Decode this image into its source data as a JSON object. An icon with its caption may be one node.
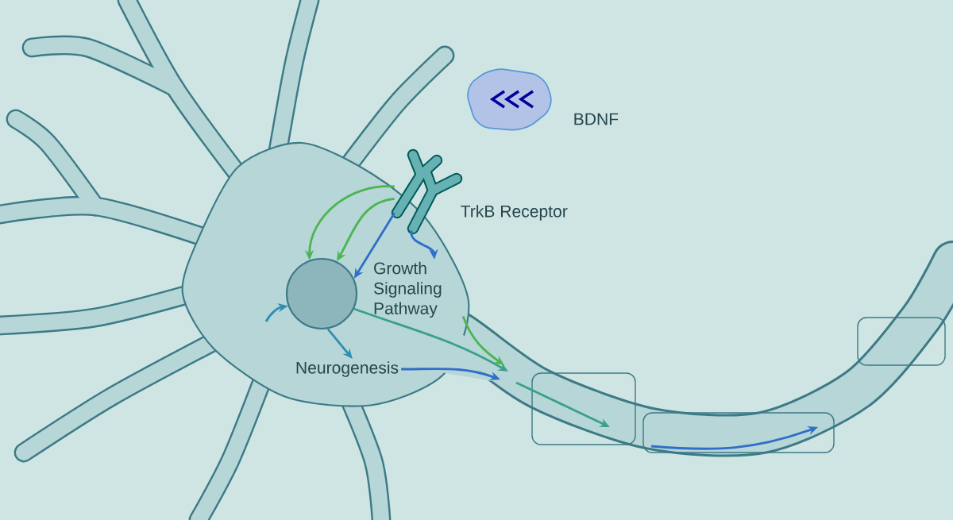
{
  "diagram": {
    "nodes": [
      {
        "text": [],
        "shape": "picture",
        "beside": [
          "BDNF"
        ]
      },
      {
        "text": [],
        "shape": "picture",
        "beside": [
          "TrkB Receptor"
        ]
      },
      {
        "text": [],
        "shape": "circle"
      },
      {
        "text": [
          "Growth Signaling Pathway"
        ]
      },
      {
        "text": [
          "Neurogenesis"
        ]
      }
    ],
    "edges": [
      {
        "from": 1,
        "to": 2,
        "arrow": "to",
        "color": "#4cb552"
      },
      {
        "from": 1,
        "to": 2,
        "arrow": "to",
        "color": "#4cb552"
      },
      {
        "from": 1,
        "to": 2,
        "arrow": "to",
        "color": "#2f6fc8"
      },
      {
        "from": 1,
        "to": 3,
        "arrow": "to",
        "color": "#2f6fc8"
      },
      {
        "from": null,
        "to": 2,
        "arrow": "to",
        "color": "#2e8fb0"
      },
      {
        "from": 2,
        "to": 4,
        "arrow": "to",
        "color": "#2e8fb0"
      },
      {
        "from": 2,
        "to": null,
        "arrow": "to",
        "color": "#3aa08a"
      },
      {
        "from": 3,
        "to": null,
        "arrow": "to",
        "color": "#4cb552"
      },
      {
        "from": 4,
        "to": null,
        "arrow": "to",
        "color": "#2f6fc8"
      }
    ]
  }
}
